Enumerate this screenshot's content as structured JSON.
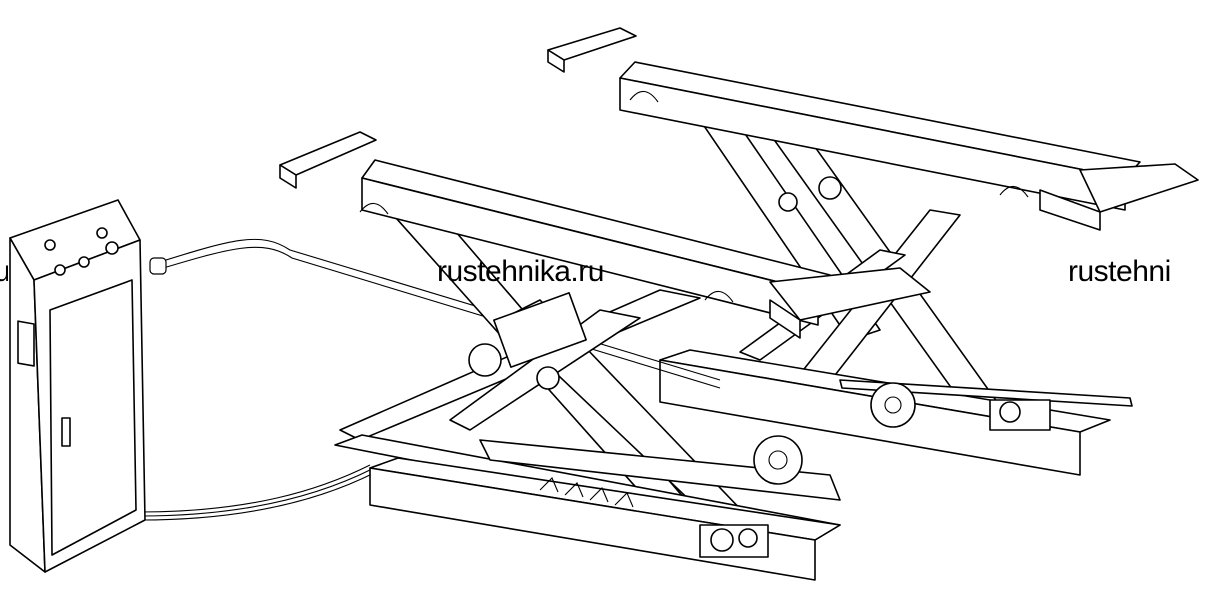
{
  "watermarks": {
    "left": "u",
    "center": "rustehnika.ru",
    "right": "rustehni"
  },
  "colors": {
    "background": "#ffffff",
    "ink": "#000000"
  }
}
